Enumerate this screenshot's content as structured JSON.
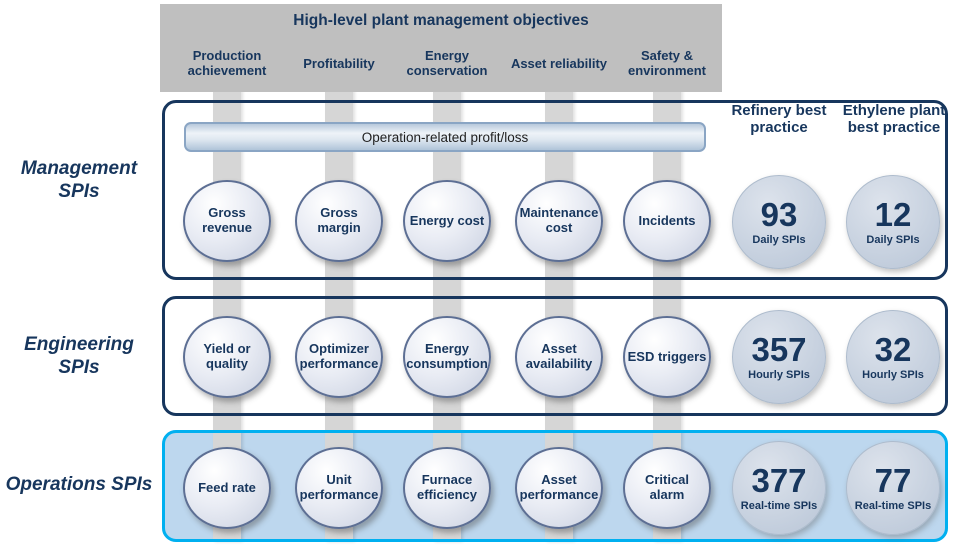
{
  "title": "High-level plant management objectives",
  "columns": [
    "Production achievement",
    "Profitability",
    "Energy conservation",
    "Asset reliability",
    "Safety & environment"
  ],
  "right_columns": [
    "Refinery best practice",
    "Ethylene plant best practice"
  ],
  "profit_bar": "Operation-related profit/loss",
  "rows": [
    {
      "label": "Management SPIs",
      "items": [
        "Gross revenue",
        "Gross margin",
        "Energy cost",
        "Maintenance cost",
        "Incidents"
      ],
      "metrics": [
        {
          "value": "93",
          "unit": "Daily SPIs"
        },
        {
          "value": "12",
          "unit": "Daily SPIs"
        }
      ]
    },
    {
      "label": "Engineering SPIs",
      "items": [
        "Yield or quality",
        "Optimizer performance",
        "Energy consumption",
        "Asset availability",
        "ESD triggers"
      ],
      "metrics": [
        {
          "value": "357",
          "unit": "Hourly SPIs"
        },
        {
          "value": "32",
          "unit": "Hourly SPIs"
        }
      ]
    },
    {
      "label": "Operations SPIs",
      "items": [
        "Feed rate",
        "Unit performance",
        "Furnace efficiency",
        "Asset performance",
        "Critical alarm"
      ],
      "metrics": [
        {
          "value": "377",
          "unit": "Real-time SPIs"
        },
        {
          "value": "77",
          "unit": "Real-time SPIs"
        }
      ]
    }
  ],
  "colors": {
    "navy": "#17365d",
    "header_gray": "#bfbfbf",
    "bar_gray": "#d6d6d6",
    "operations_fill": "#bdd7ee",
    "operations_border": "#00b0f0"
  }
}
